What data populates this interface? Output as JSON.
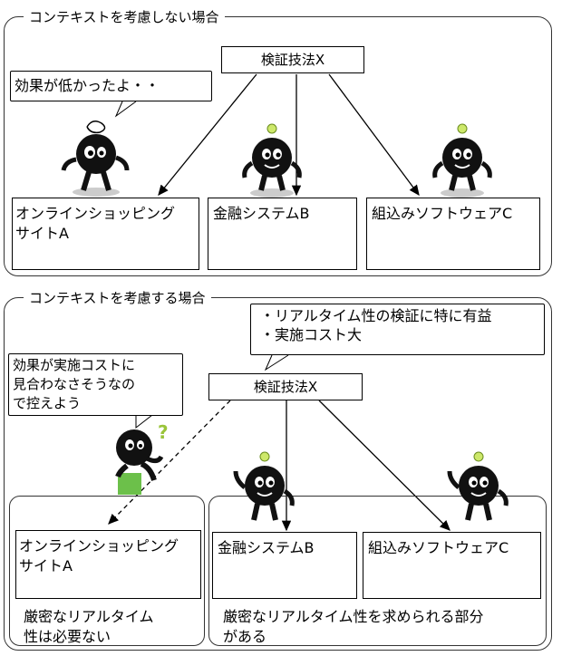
{
  "top_section": {
    "title": "コンテキストを考慮しない場合",
    "method_label": "検証技法X",
    "speech": "効果が低かったよ・・",
    "systems": [
      {
        "label": "オンラインショッピング\nサイトA"
      },
      {
        "label": "金融システムB"
      },
      {
        "label": "組込みソフトウェアC"
      }
    ]
  },
  "bottom_section": {
    "title": "コンテキストを考慮する場合",
    "method_label": "検証技法X",
    "method_notes": [
      "・リアルタイム性の検証に特に有益",
      "・実施コスト大"
    ],
    "speech": "効果が実施コストに\n見合わなさそうなの\nで控えよう",
    "question_mark": "?",
    "systems": [
      {
        "label": "オンラインショッピング\nサイトA"
      },
      {
        "label": "金融システムB"
      },
      {
        "label": "組込みソフトウェアC"
      }
    ],
    "group_notes": {
      "left": "厳密なリアルタイム\n性は必要ない",
      "right": "厳密なリアルタイム性を求められる部分\nがある"
    }
  }
}
